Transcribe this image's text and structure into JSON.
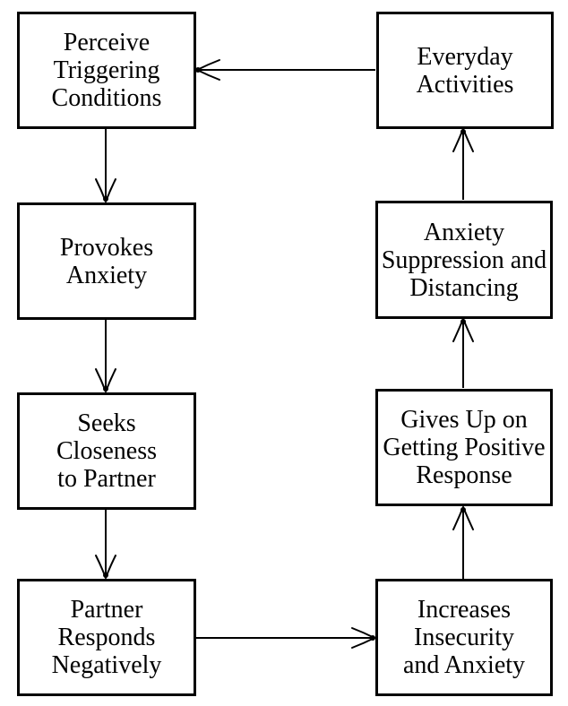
{
  "diagram": {
    "background_color": "#ffffff",
    "line_color": "#000000",
    "nodes": [
      {
        "id": "perceive-triggering-conditions",
        "label": "Perceive\nTriggering\nConditions"
      },
      {
        "id": "provokes-anxiety",
        "label": "Provokes\nAnxiety"
      },
      {
        "id": "seeks-closeness-to-partner",
        "label": "Seeks\nCloseness\nto Partner"
      },
      {
        "id": "partner-responds-negatively",
        "label": "Partner\nResponds\nNegatively"
      },
      {
        "id": "everyday-activities",
        "label": "Everyday\nActivities"
      },
      {
        "id": "anxiety-suppression-and-distancing",
        "label": "Anxiety\nSuppression and\nDistancing"
      },
      {
        "id": "gives-up-on-getting-positive-response",
        "label": "Gives Up on\nGetting Positive\nResponse"
      },
      {
        "id": "increases-insecurity-and-anxiety",
        "label": "Increases\nInsecurity\nand Anxiety"
      }
    ],
    "edges": [
      {
        "from": "everyday-activities",
        "to": "perceive-triggering-conditions",
        "direction": "left"
      },
      {
        "from": "perceive-triggering-conditions",
        "to": "provokes-anxiety",
        "direction": "down"
      },
      {
        "from": "provokes-anxiety",
        "to": "seeks-closeness-to-partner",
        "direction": "down"
      },
      {
        "from": "seeks-closeness-to-partner",
        "to": "partner-responds-negatively",
        "direction": "down"
      },
      {
        "from": "partner-responds-negatively",
        "to": "increases-insecurity-and-anxiety",
        "direction": "right"
      },
      {
        "from": "increases-insecurity-and-anxiety",
        "to": "gives-up-on-getting-positive-response",
        "direction": "up"
      },
      {
        "from": "gives-up-on-getting-positive-response",
        "to": "anxiety-suppression-and-distancing",
        "direction": "up"
      },
      {
        "from": "anxiety-suppression-and-distancing",
        "to": "everyday-activities",
        "direction": "up"
      }
    ]
  }
}
